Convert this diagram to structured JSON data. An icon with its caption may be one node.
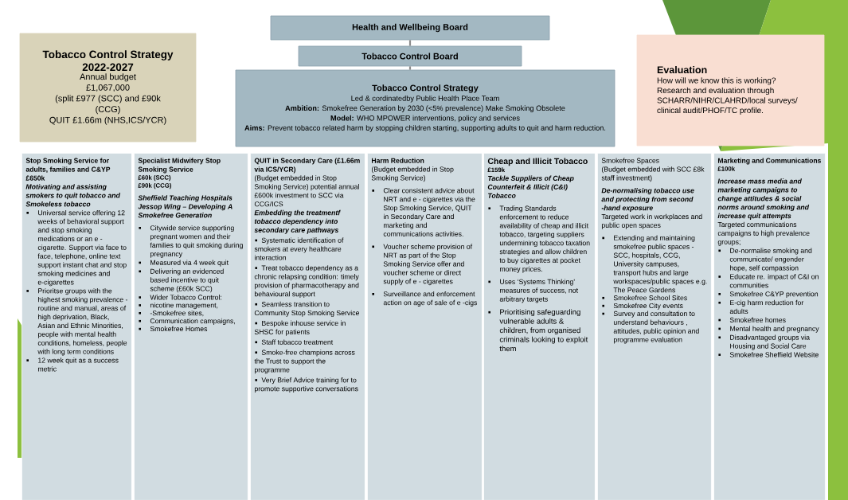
{
  "diagram": {
    "nodes": [
      {
        "text": [
          "Tobacco Control Strategy 2022-2027",
          "Annual budget",
          "£1,067,000",
          "(split £977 (SCC) and £90k (CCG)",
          "QUIT £1.66m (NHS,ICS/YCR)"
        ]
      },
      {
        "text": [
          "Health and Wellbeing Board"
        ]
      },
      {
        "text": [
          "Tobacco Control Board"
        ]
      },
      {
        "text": [
          "Tobacco Control Strategy",
          "Led & cordinatedby Public Health Place Team",
          "**Ambition:** Smokefree Generation by 2030 (<5% prevalence) Make Smoking Obsolete",
          "**Model:** WHO MPOWER interventions, policy and services",
          "**Aims:** Prevent tobacco related harm by stopping children starting, supporting adults to quit and harm reduction."
        ]
      },
      {
        "text": [
          "Evaluation",
          "How will we know this is working? Research and evaluation through SCHARR/NIHR/CLAHRD/local surveys/ clinical audit/PHOF/TC profile."
        ]
      },
      {
        "text": [
          "Stop Smoking Service for adults, families and C&YP £650k",
          "Motivating and assisting smokers to quit tobacco and Smokeless tobacco",
          "Universal service offering 12 weeks of behavioral support and stop smoking medications or an e - cigarette. Support via face to face, telephone, online text support instant chat and stop smoking medicines and e-cigarettes",
          "Prioritse groups with the highest smoking prevalence - routine and manual, areas of high deprivation, Black, Asian and Ethnic Minorities, people with mental health conditions, homeless, people with long term conditions",
          "12 week quit as a success metric"
        ]
      },
      {
        "text": [
          "Specialist Midwifery Stop Smoking Service",
          "£60k (SCC)",
          "£90k (CCG)",
          "Sheffield Teaching Hospitals Jessop Wing – Developing A Smokefree Generation",
          "Citywide service supporting pregnant women and their families to quit smoking during pregnancy",
          "Measured via 4 week quit",
          "Delivering an evidenced based incentive to quit scheme (£60k SCC)",
          "Wider Tobacco Control:",
          "nicotine management,",
          "-Smokefree sites,",
          "Communication campaigns,",
          "Smokefree Homes"
        ]
      },
      {
        "text": [
          "QUIT in Secondary Care (£1.66m via ICS/YCR)",
          "(Budget embedded in Stop Smoking Service) potential annual £600k investment to SCC via CCG/ICS",
          "Embedding the treatmentf tobacco dependency into secondary care pathways",
          "Systematic identification of smokers at every healthcare interaction",
          "Treat tobacco dependency as a chronic relapsing condition: timely provision of pharmacotherapy and behavioural support",
          "Seamless transition to Community Stop Smoking Service",
          "Bespoke inhouse service in SHSC for patients",
          "Staff tobacco treatment",
          "Smoke-free champions across the Trust to support the programme",
          "Very Brief Advice training for to promote supportive conversations"
        ]
      },
      {
        "text": [
          "Harm Reduction",
          "(Budget embedded in Stop Smoking Service)",
          "Clear consistent advice about NRT and e - cigarettes via the Stop Smoking Service, QUIT in Secondary Care and marketing and communications activities.",
          "Voucher scheme provision of NRT as part of the Stop Smoking Service offer and voucher scheme or direct supply of e - cigarettes",
          "Surveillance and enforcement action on age of sale of e -cigs"
        ]
      },
      {
        "text": [
          "Cheap and Illicit Tobacco",
          "£159k",
          "Tackle Suppliers of Cheap Counterfeit & Illicit (C&I) Tobacco",
          "Trading Standards enforcement to reduce availability of cheap and illicit tobacco, targeting suppliers undermining tobacco taxation strategies and allow children to buy cigarettes at pocket money prices.",
          "Uses ‘Systems Thinking’ measures of success, not arbitrary targets",
          "Prioritising safeguarding vulnerable adults & children, from organised criminals looking to exploit them"
        ]
      },
      {
        "text": [
          "Smokefree Spaces",
          "(Budget embedded with SCC £8k staff investment)",
          "De-normalising tobacco use and protecting from second -hand exposure",
          "Targeted work in workplaces and public open spaces",
          "Extending and maintaining smokefree public spaces - SCC, hospitals, CCG, University campuses, transport hubs and large workspaces/public spaces e.g. The Peace Gardens",
          "Smokefree School Sites",
          "Smokefree City events",
          "Survey and consultation to understand behaviours , attitudes, public opinion and programme evaluation"
        ]
      },
      {
        "text": [
          "Marketing and Communications",
          "£100k",
          "Increase mass media and marketing campaigns to change attitudes & social norms around smoking and increase quit attempts",
          "Targeted communications campaigns to high prevalence groups;",
          "De-normalise smoking and communicate/ engender hope, self compassion",
          "Educate re. impact of C&I on communities",
          "Smokefree C&YP prevention",
          "E-cig harm reduction for adults",
          "Smokefree homes",
          "Mental health and pregnancy",
          "Disadvantaged groups via Housing and Social Care",
          "Smokefree Sheffield Website"
        ]
      }
    ],
    "edges": [
      {
        "from": 1,
        "to": 2,
        "arrow": "none"
      },
      {
        "from": 2,
        "to": 3,
        "arrow": "none"
      }
    ]
  }
}
